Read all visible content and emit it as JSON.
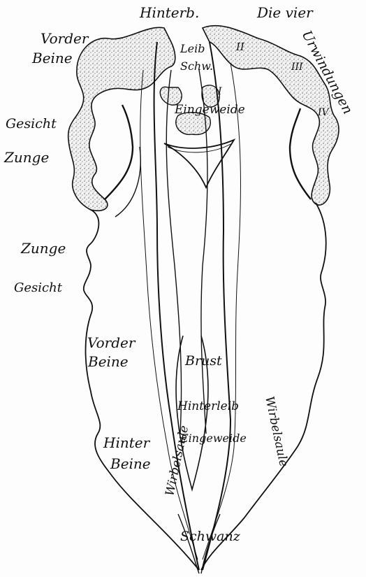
{
  "labels": {
    "hinterb": "Hinterb.",
    "die_vier": "Die vier",
    "urwindungen": "Urwindungen",
    "vorder_beine_top_1": "Vorder",
    "vorder_beine_top_2": "Beine",
    "leib": "Leib",
    "schw": "Schw.",
    "eingeweide_top": "Eingeweide",
    "gesicht_top": "Gesicht",
    "zunge_top": "Zunge",
    "zunge_mid": "Zunge",
    "gesicht_mid": "Gesicht",
    "vorder_beine_mid_1": "Vorder",
    "vorder_beine_mid_2": "Beine",
    "brust": "Brust",
    "hinterleib": "Hinterleib",
    "eingeweide_bottom": "Eingeweide",
    "hinter_beine_1": "Hinter",
    "hinter_beine_2": "Beine",
    "wirbelsaule_left": "Wirbelsaule",
    "wirbelsaule_right": "Wirbelsaule",
    "schwanz": "Schwanz"
  },
  "numerals": [
    "I",
    "II",
    "III",
    "IV"
  ]
}
